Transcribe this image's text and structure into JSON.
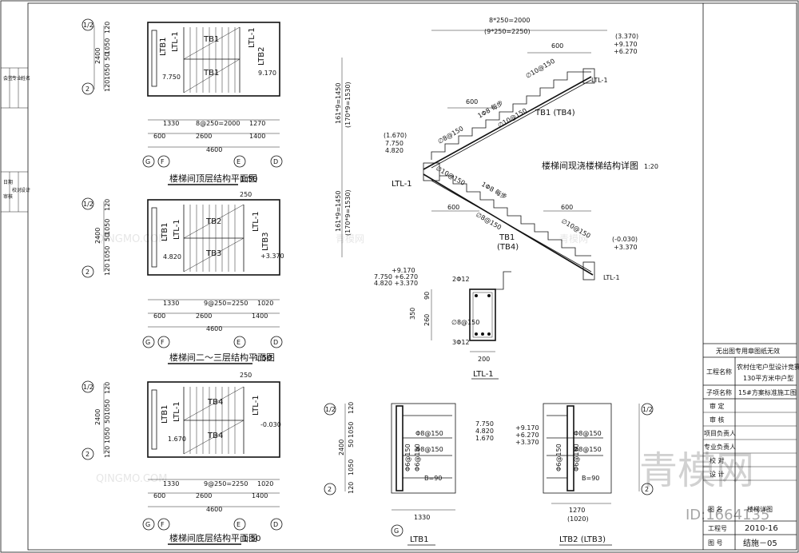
{
  "left_strip": {
    "labels": [
      "会签",
      "专业",
      "姓名",
      "日期",
      "审核",
      "校对",
      "设计"
    ]
  },
  "plans": [
    {
      "title": "楼梯间顶层结构平面图",
      "scale": "1:50",
      "axes": [
        "G",
        "F",
        "E",
        "D"
      ],
      "axes_v": [
        "1/2",
        "2"
      ],
      "dims_top": [
        "1330",
        "8@250=2000",
        "1270"
      ],
      "dims_mid": [
        "600",
        "2600",
        "1400"
      ],
      "dim_total": "4600",
      "dims_left": [
        "120",
        "1050",
        "50",
        "1050",
        "120"
      ],
      "dim_left_total": "2400",
      "labels": [
        "TB1",
        "LTB1",
        "LTL-1",
        "TB1",
        "LTL-1",
        "LTB2"
      ],
      "levels": [
        "7.750",
        "9.170"
      ]
    },
    {
      "title": "楼梯间二～三层结构平面图",
      "scale": "1:50",
      "axes": [
        "G",
        "F",
        "E",
        "D"
      ],
      "axes_v": [
        "1/2",
        "2"
      ],
      "dims_top": [
        "1330",
        "9@250=2250",
        "1020"
      ],
      "dims_mid": [
        "600",
        "2600",
        "1400"
      ],
      "dim_total": "4600",
      "dims_left": [
        "120",
        "1050",
        "50",
        "1050",
        "120"
      ],
      "dim_left_total": "2400",
      "labels": [
        "TB2",
        "LTB1",
        "LTL-1",
        "TB3",
        "LTL-1",
        "LTB3"
      ],
      "levels": [
        "4.820",
        "+3.370"
      ],
      "extra": "250"
    },
    {
      "title": "楼梯间底层结构平面图",
      "scale": "1:50",
      "axes": [
        "G",
        "F",
        "E",
        "D"
      ],
      "axes_v": [
        "1/2",
        "2"
      ],
      "dims_top": [
        "1330",
        "9@250=2250",
        "1020"
      ],
      "dims_mid": [
        "600",
        "2600",
        "1400"
      ],
      "dim_total": "4600",
      "dims_left": [
        "120",
        "1050",
        "50",
        "1050",
        "120"
      ],
      "dim_left_total": "2400",
      "labels": [
        "TB4",
        "LTB1",
        "LTL-1",
        "TB4",
        "LTL-1"
      ],
      "levels": [
        "1.670",
        "-0.030"
      ],
      "extra": "250"
    }
  ],
  "section": {
    "title": "楼梯间现浇楼梯结构详图",
    "scale": "1:20",
    "dim_top1": "8*250=2000",
    "dim_top2": "(9*250=2250)",
    "dim_600": "600",
    "levels_top": [
      "(3.370)",
      "+9.170",
      "+6.270"
    ],
    "levels_mid": [
      "(1.670)",
      "7.750",
      "4.820"
    ],
    "levels_bot": [
      "(-0.030)",
      "+3.370"
    ],
    "ltl": "LTL-1",
    "tb_upper": "TB1 (TB4)",
    "tb_lower1": "TB1",
    "tb_lower2": "(TB4)",
    "rebar_a": "∅10@150",
    "rebar_b": "1Φ8 每步",
    "rebar_c": "∅10@150",
    "rebar_d": "∅8@150",
    "vdim1a": "161*9=1450",
    "vdim1b": "(170*9=1530)",
    "vdim2a": "161*9=1450",
    "vdim2b": "(170*9=1530)"
  },
  "beam": {
    "name": "LTL-1",
    "levels": [
      "+9.170",
      "7.750 +6.270",
      "4.820 +3.370"
    ],
    "top_bar": "2Φ12",
    "stirrup": "∅8@150",
    "bottom_bar": "3Φ12",
    "height": "350",
    "h1": "90",
    "h2": "260",
    "width": "200"
  },
  "ltb1": {
    "name": "LTB1",
    "axis_v": [
      "1/2",
      "2"
    ],
    "axis_h": "G",
    "dims_left": [
      "120",
      "1050",
      "50",
      "1050",
      "120"
    ],
    "dim_left_total": "2400",
    "dim_bottom": "1330",
    "levels": [
      "7.750",
      "4.820",
      "1.670"
    ],
    "bars": [
      "Φ8@150",
      "Φ8@150",
      "Φ6@150",
      "Φ6@150"
    ],
    "thickness": "B=90"
  },
  "ltb2": {
    "name": "LTB2 (LTB3)",
    "axis_v": [
      "1/2",
      "2"
    ],
    "dim_bottom1": "1270",
    "dim_bottom2": "(1020)",
    "levels": [
      "+9.170",
      "+6.270",
      "+3.370"
    ],
    "bars": [
      "Φ8@150",
      "Φ8@150",
      "Φ6@150",
      "Φ6@150"
    ],
    "thickness": "B=90"
  },
  "title_block": {
    "notice": "无出图专用章图纸无效",
    "project_label": "工程名称",
    "project_value1": "农村住宅户型设计竞赛",
    "project_value2": "130平方米中户型",
    "sub_label": "子项名称",
    "sub_value": "15#方案标准施工图",
    "roles": [
      "审 定",
      "审 核",
      "项目负责人",
      "专业负责人",
      "校 对",
      "设 计"
    ],
    "drawing_label": "图 名",
    "drawing_value": "楼梯详图",
    "number_label": "工程号",
    "number_value": "2010-16",
    "sheet_label": "图 号",
    "sheet_value": "结施－05"
  },
  "watermarks": {
    "brand": "青模网",
    "url": "QINGMO.COM",
    "big": "青模网",
    "id": "ID:1664135"
  }
}
